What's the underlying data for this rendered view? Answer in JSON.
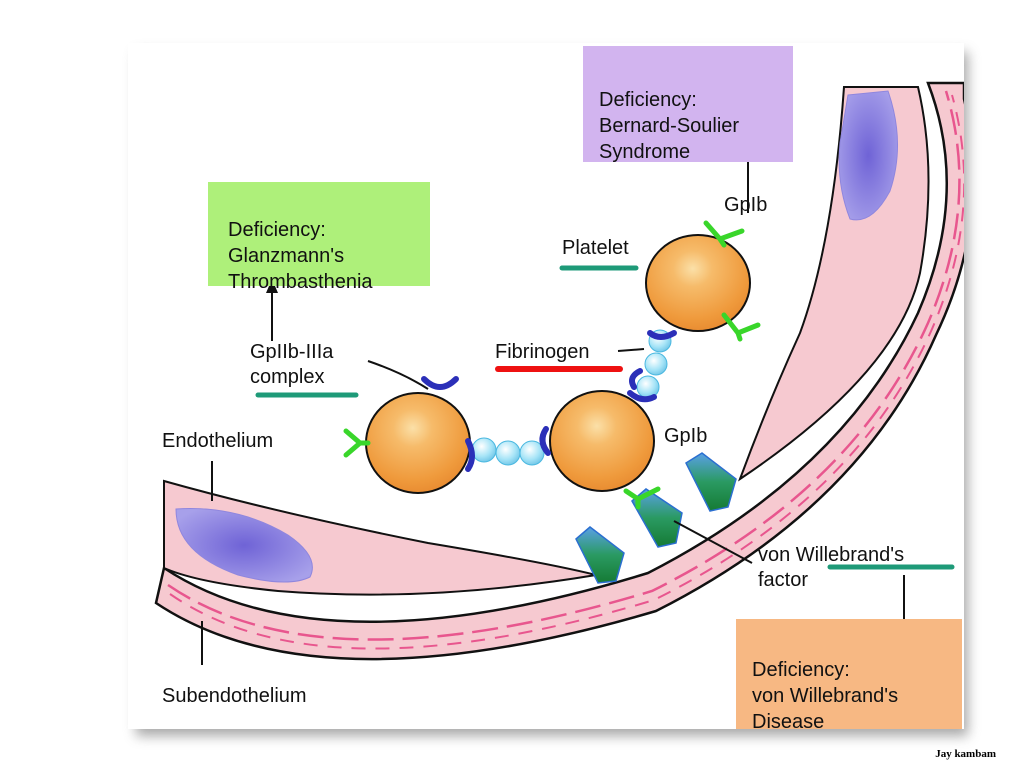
{
  "colors": {
    "vessel_wall": "#f6c9d0",
    "vessel_stripe": "#e8568e",
    "nucleus": "#8f86de",
    "platelet": "#ef9a3c",
    "platelet_highlight": "#fbe0a8",
    "fibrinogen_bead": "#8fd8f2",
    "receptor_cup": "#2b2fb8",
    "gpib_receptor": "#39d62a",
    "vwf_gradient_top": "#5aa0e6",
    "vwf_gradient_bottom": "#1a8a3a",
    "box_green": "#aef07a",
    "box_purple": "#d2b4ef",
    "box_orange": "#f7b883",
    "underline_green": "#1e9a78",
    "underline_red": "#ee1111"
  },
  "boxes": {
    "glanzmann": "Deficiency:\nGlanzmann's\nThrombasthenia",
    "bernard_soulier": "Deficiency:\nBernard-Soulier\nSyndrome",
    "vwd": "Deficiency:\nvon Willebrand's\nDisease"
  },
  "labels": {
    "gpib_top": "GpIb",
    "platelet": "Platelet",
    "fibrinogen": "Fibrinogen",
    "gpiib_iiia": "GpIIb-IIIa\ncomplex",
    "endothelium": "Endothelium",
    "gpib_mid": "GpIb",
    "vwf": "von Willebrand's\nfactor",
    "subendothelium": "Subendothelium"
  },
  "credit": "Jay kambam"
}
